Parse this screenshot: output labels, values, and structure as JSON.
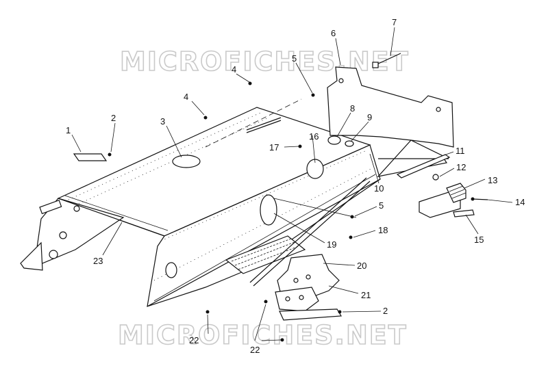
{
  "watermark": {
    "text_top": "MICROFICHES.NET",
    "text_bottom": "MICROFICHES.NET"
  },
  "callouts": [
    {
      "id": "c1",
      "label": "1"
    },
    {
      "id": "c2a",
      "label": "2"
    },
    {
      "id": "c3",
      "label": "3"
    },
    {
      "id": "c4a",
      "label": "4"
    },
    {
      "id": "c4b",
      "label": "4"
    },
    {
      "id": "c5a",
      "label": "5"
    },
    {
      "id": "c6",
      "label": "6"
    },
    {
      "id": "c7",
      "label": "7"
    },
    {
      "id": "c8",
      "label": "8"
    },
    {
      "id": "c9",
      "label": "9"
    },
    {
      "id": "c10",
      "label": "10"
    },
    {
      "id": "c11",
      "label": "11"
    },
    {
      "id": "c12",
      "label": "12"
    },
    {
      "id": "c13",
      "label": "13"
    },
    {
      "id": "c14",
      "label": "14"
    },
    {
      "id": "c15",
      "label": "15"
    },
    {
      "id": "c16",
      "label": "16"
    },
    {
      "id": "c17",
      "label": "17"
    },
    {
      "id": "c5b",
      "label": "5"
    },
    {
      "id": "c18",
      "label": "18"
    },
    {
      "id": "c19",
      "label": "19"
    },
    {
      "id": "c20",
      "label": "20"
    },
    {
      "id": "c21",
      "label": "21"
    },
    {
      "id": "c2b",
      "label": "2"
    },
    {
      "id": "c22a",
      "label": "22"
    },
    {
      "id": "c22b",
      "label": "22"
    },
    {
      "id": "c23",
      "label": "23"
    }
  ]
}
